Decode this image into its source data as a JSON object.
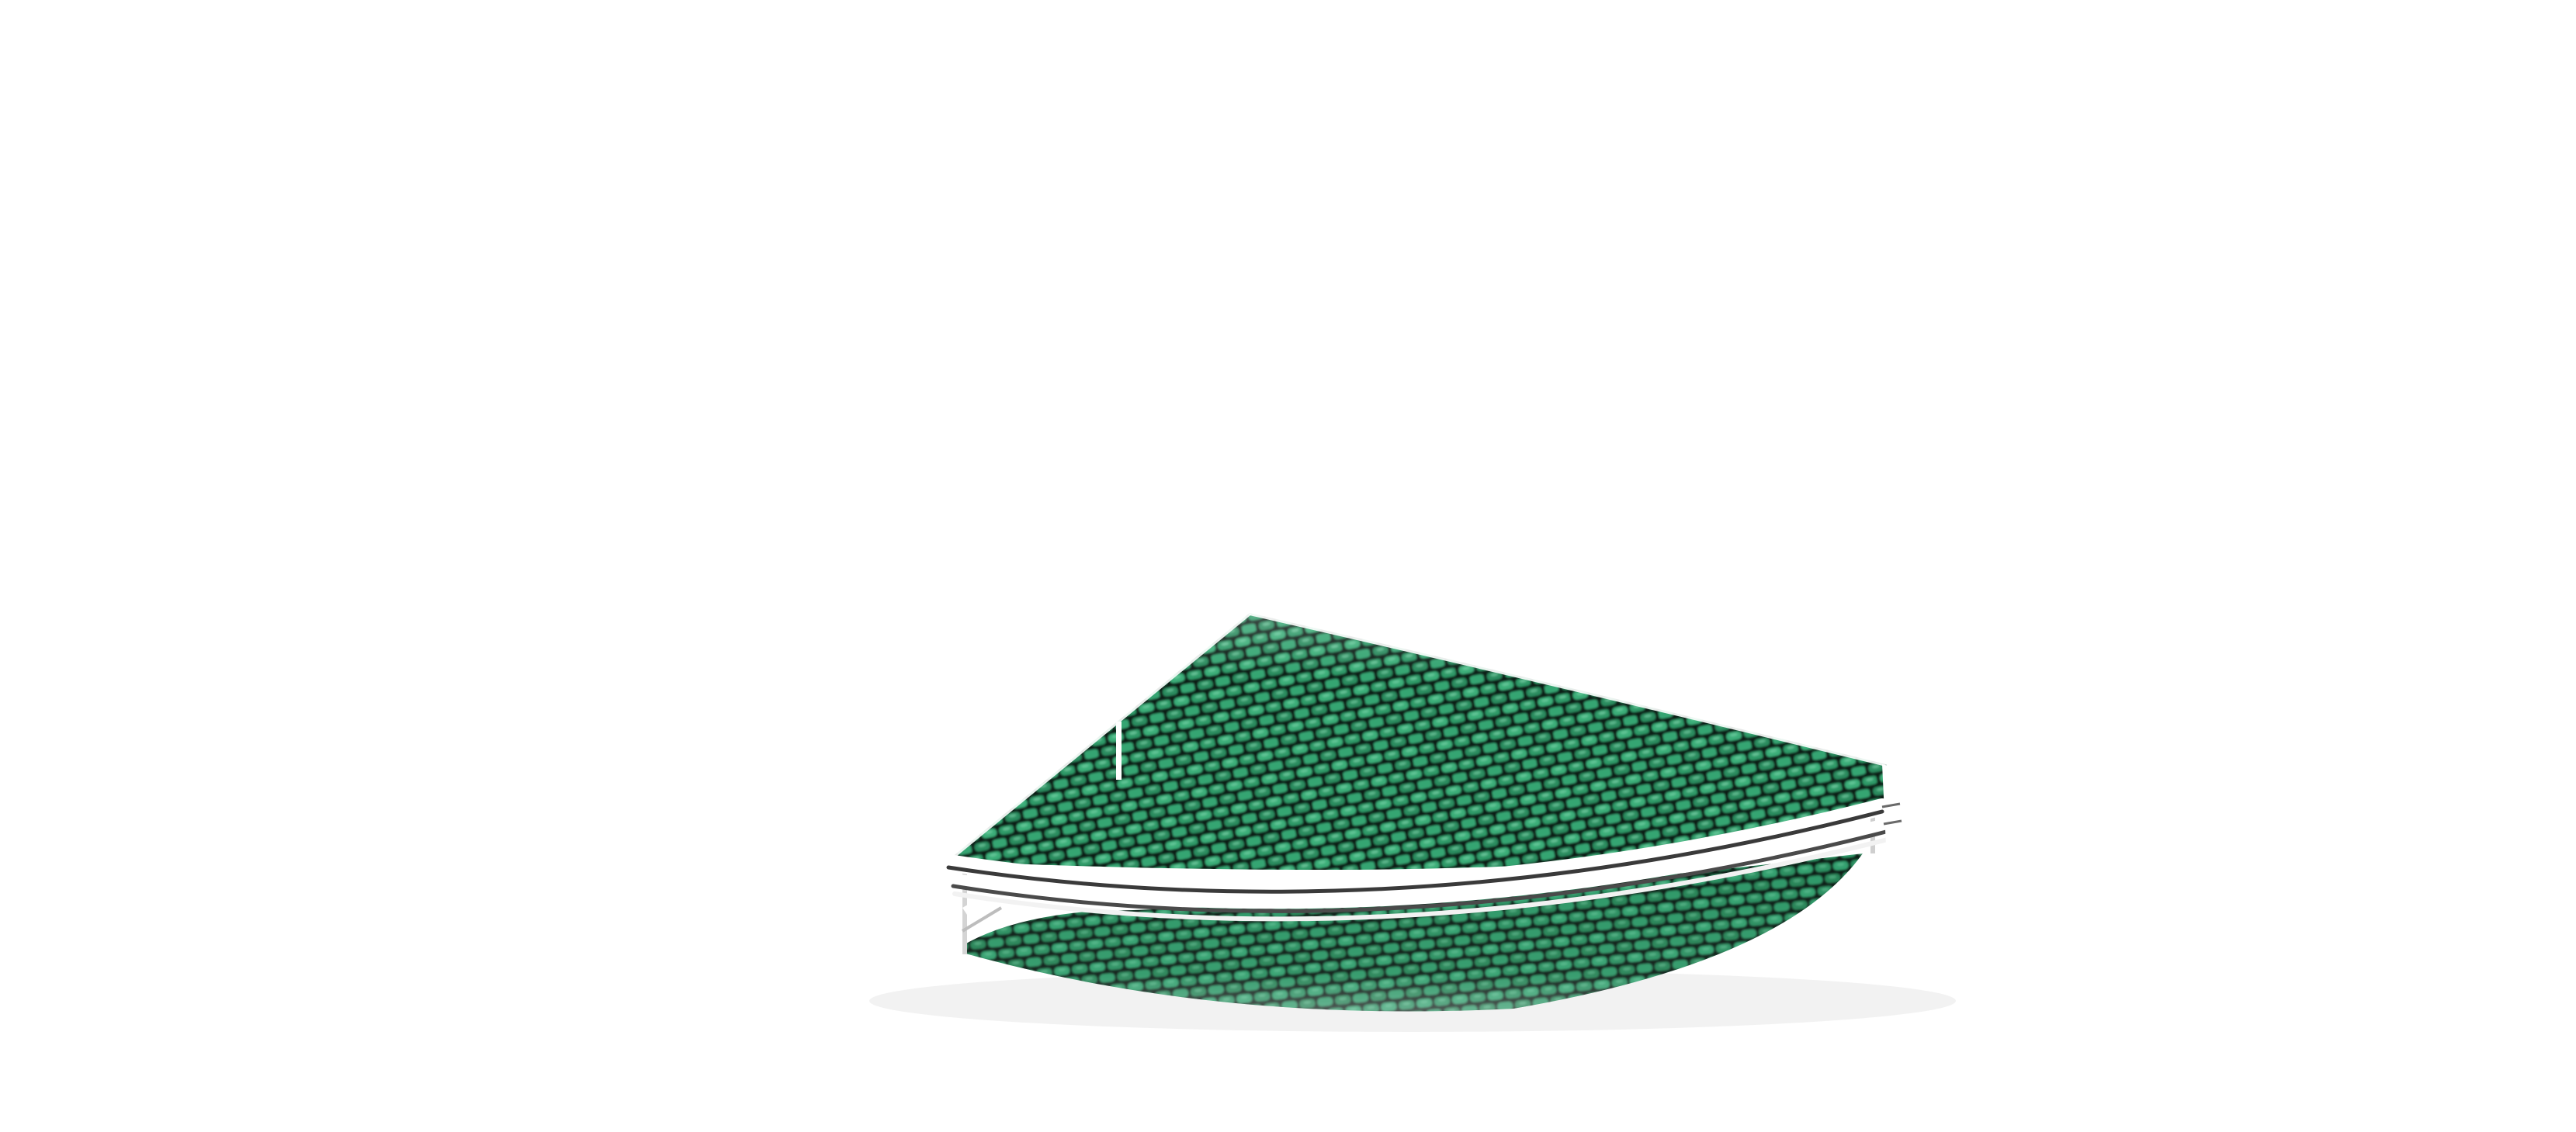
{
  "scene": {
    "subject": "quarter-round-mesh-shelf",
    "colors": {
      "background": "#ffffff",
      "mesh_green": "#2e9a68",
      "mesh_green_light": "#4fbf8a",
      "mesh_dark": "#0f1a14",
      "frame_white": "#ffffff",
      "frame_shadow": "#3a3a3a",
      "frame_grey": "#9a9a9a"
    },
    "tiers": [
      {
        "name": "upper-tier"
      },
      {
        "name": "lower-tier"
      }
    ]
  }
}
